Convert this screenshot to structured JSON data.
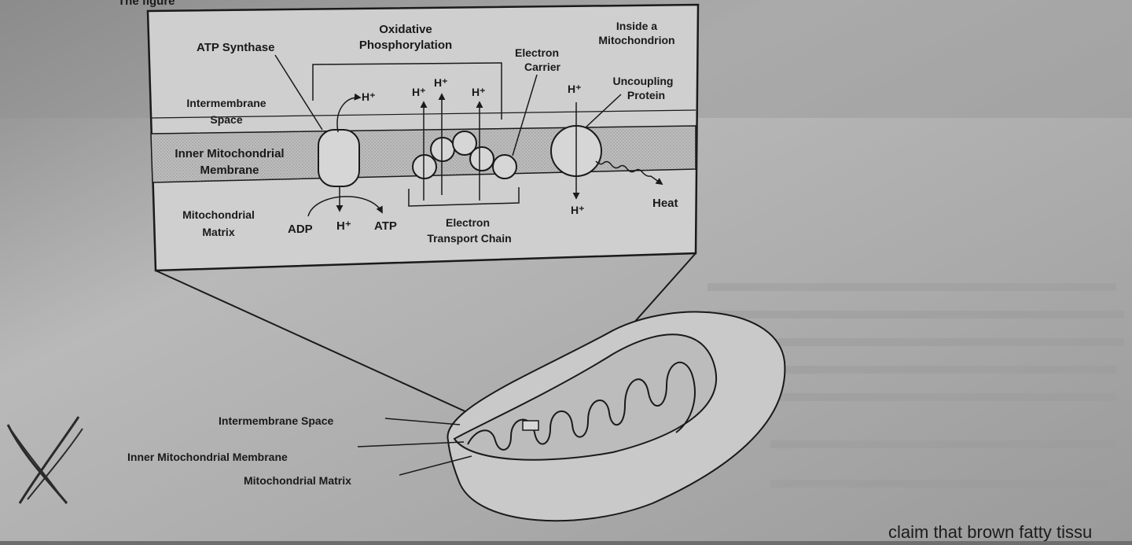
{
  "diagram": {
    "top_caption": "The figure",
    "panel": {
      "inside_mitochondrion": [
        "Inside a",
        "Mitochondrion"
      ],
      "oxidative_phosphorylation": [
        "Oxidative",
        "Phosphorylation"
      ],
      "atp_synthase": "ATP Synthase",
      "electron_carrier": [
        "Electron",
        "Carrier"
      ],
      "uncoupling_protein": [
        "Uncoupling",
        "Protein"
      ],
      "intermembrane_space": [
        "Intermembrane",
        "Space"
      ],
      "inner_membrane": [
        "Inner Mitochondrial",
        "Membrane"
      ],
      "matrix": [
        "Mitochondrial",
        "Matrix"
      ],
      "etc": [
        "Electron",
        "Transport Chain"
      ],
      "adp": "ADP",
      "atp": "ATP",
      "h_plus": "H⁺",
      "heat": "Heat"
    },
    "mito_labels": {
      "intermembrane_space": "Intermembrane Space",
      "inner_membrane": "Inner Mitochondrial Membrane",
      "matrix": "Mitochondrial Matrix"
    },
    "page_text": {
      "bottom_right": "claim that brown fatty tissu"
    }
  }
}
